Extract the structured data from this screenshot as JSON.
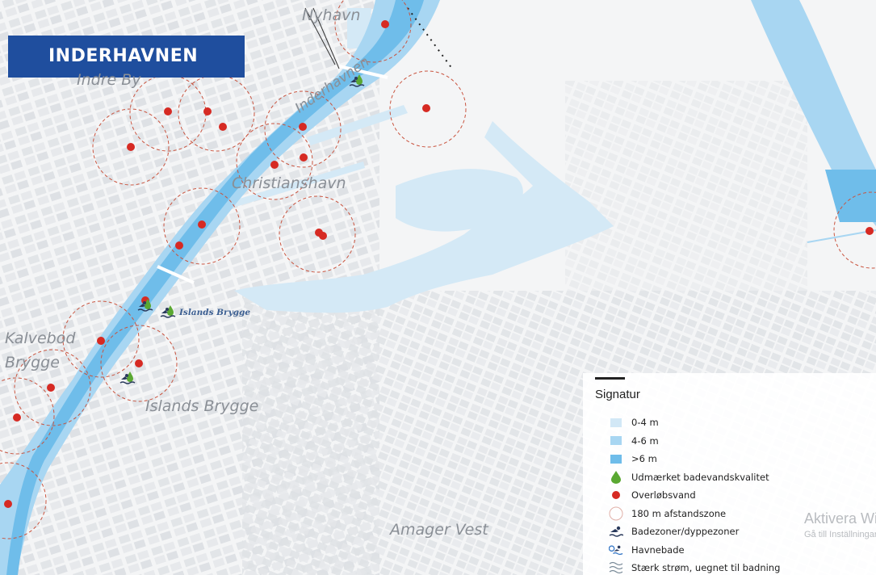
{
  "map": {
    "title": "INDERHAVNEN",
    "colors": {
      "land": "#f2f3f4",
      "blocks": "#e0e3e6",
      "water_0_4m": "#d2e8f6",
      "water_4_6m": "#a8d6f2",
      "water_gt_6m": "#6fbdea",
      "overflow": "#d62a23",
      "zone_ring": "#c9543f",
      "bathing_icon": "#2a3a5c",
      "quality_drop": "#5aa832",
      "banner": "#1f4e9e"
    },
    "place_labels": [
      {
        "id": "nyhavn",
        "text": "Nyhavn"
      },
      {
        "id": "indre-by",
        "text": "Indre By"
      },
      {
        "id": "inderhavnen",
        "text": "Inderhavnen"
      },
      {
        "id": "christianshavn",
        "text": "Christianshavn"
      },
      {
        "id": "kalvebod-brygge",
        "text": "Kalvebod\nBrygge"
      },
      {
        "id": "islands-brygge",
        "text": "Islands Brygge"
      },
      {
        "id": "amager-vest",
        "text": "Amager Vest"
      }
    ],
    "harbor_bath_label": "Islands Brygge",
    "overflow_points": 20,
    "zone_circles": 14,
    "bathing_zones": 4
  },
  "legend": {
    "title": "Signatur",
    "items": [
      {
        "id": "depth-0-4",
        "label": "0-4 m",
        "icon": "swatch-light-blue"
      },
      {
        "id": "depth-4-6",
        "label": "4-6 m",
        "icon": "swatch-medium-blue"
      },
      {
        "id": "depth-6plus",
        "label": ">6 m",
        "icon": "swatch-dark-blue"
      },
      {
        "id": "quality",
        "label": "Udmærket badevandskvalitet",
        "icon": "green-drop-icon"
      },
      {
        "id": "overflow",
        "label": "Overløbsvand",
        "icon": "red-dot-icon"
      },
      {
        "id": "zone",
        "label": "180 m afstandszone",
        "icon": "ring-icon"
      },
      {
        "id": "bathing",
        "label": "Badezoner/dyppezoner",
        "icon": "swimmer-icon"
      },
      {
        "id": "harbor-bath",
        "label": "Havnebade",
        "icon": "harbor-bath-icon"
      },
      {
        "id": "current",
        "label": "Stærk strøm, uegnet til badning",
        "icon": "strong-current-icon"
      }
    ]
  },
  "watermark": {
    "title": "Aktivera Windows",
    "subtitle": "Gå till Inställningar för att aktivera Windows."
  }
}
